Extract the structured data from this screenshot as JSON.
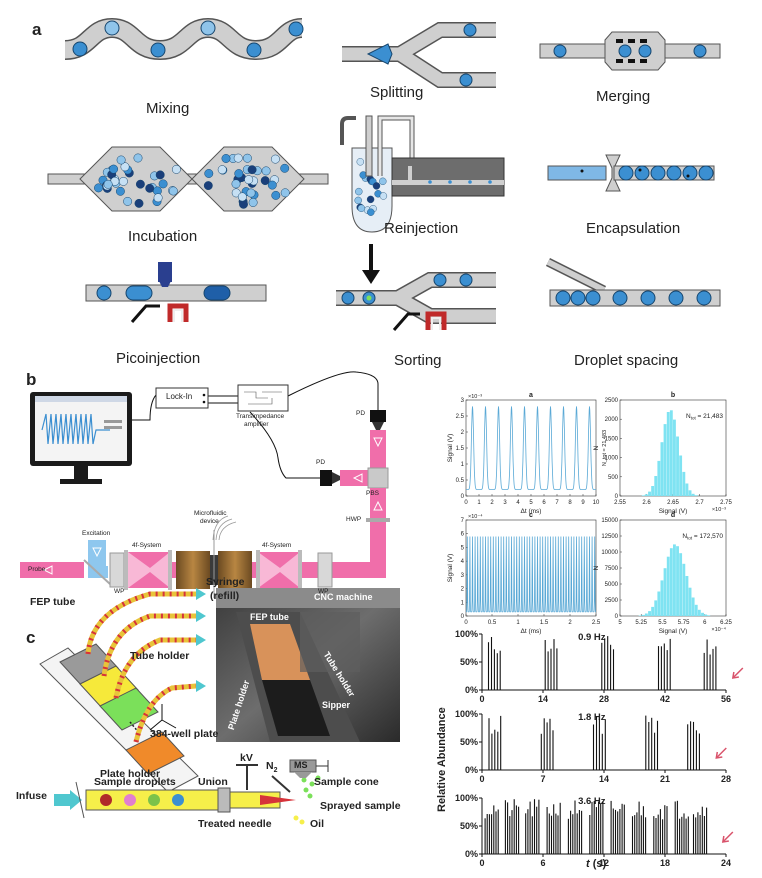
{
  "panel_labels": {
    "a": "a",
    "b": "b",
    "c": "c"
  },
  "panel_a": {
    "captions": [
      "Mixing",
      "Splitting",
      "Merging",
      "Incubation",
      "Reinjection",
      "Encapsulation",
      "Picoinjection",
      "Sorting",
      "Droplet spacing"
    ]
  },
  "panel_b": {
    "setup_labels": {
      "lockin": "Lock-In",
      "tia_line1": "Transimpedance",
      "tia_line2": "amplifier",
      "pd_top": "PD",
      "pd_left": "PD",
      "pbs": "PBS",
      "hwp": "HWP",
      "excitation": "Excitation",
      "probe": "Probe",
      "fsys_left": "4f-System",
      "fsys_right": "4f-System",
      "microfluidic_line1": "Microfluidic",
      "microfluidic_line2": "device",
      "wp_left": "WP",
      "wp_right": "WP"
    },
    "charts": [
      {
        "tag": "a",
        "type": "line",
        "xlabel": "Δt (ms)",
        "ylabel": "Signal (V)",
        "exponent": "×10⁻³",
        "xticks": [
          "0",
          "1",
          "2",
          "3",
          "4",
          "5",
          "6",
          "7",
          "8",
          "9",
          "10"
        ],
        "yticks": [
          "0",
          "0.5",
          "1",
          "1.5",
          "2",
          "2.5",
          "3"
        ],
        "xlim": [
          0,
          10
        ],
        "ylim": [
          0,
          3
        ],
        "peaks": 10,
        "peak_value": 2.8,
        "baseline": 0.2,
        "color": "#5aa9d6"
      },
      {
        "tag": "b",
        "type": "histogram",
        "xlabel": "Signal (V)",
        "ylabel": "N",
        "exponent": "×10⁻³",
        "ylabel_overlay": "N_tot = 21,483",
        "annotation": "N",
        "annotation_sub": "tot",
        "annotation_val": " = 21,483",
        "xticks": [
          "2.55",
          "2.6",
          "2.65",
          "2.7",
          "2.75"
        ],
        "yticks": [
          "0",
          "500",
          "1000",
          "1500",
          "2000",
          "2500"
        ],
        "xlim": [
          2.55,
          2.75
        ],
        "ylim": [
          0,
          2500
        ],
        "mean": 2.645,
        "sd": 0.016,
        "peak": 2250,
        "color": "#7fe3f2"
      },
      {
        "tag": "c",
        "type": "line",
        "xlabel": "Δt (ms)",
        "ylabel": "Signal (V)",
        "exponent": "×10⁻⁴",
        "xticks": [
          "0",
          "0.5",
          "1",
          "1.5",
          "2",
          "2.5"
        ],
        "yticks": [
          "0",
          "1",
          "2",
          "3",
          "4",
          "5",
          "6",
          "7"
        ],
        "xlim": [
          0,
          2.5
        ],
        "ylim": [
          0,
          7
        ],
        "peaks": 50,
        "peak_value": 5.8,
        "baseline": 0.3,
        "color": "#5aa9d6"
      },
      {
        "tag": "d",
        "type": "histogram",
        "xlabel": "Signal (V)",
        "ylabel": "N",
        "exponent": "×10⁻⁴",
        "annotation": "N",
        "annotation_sub": "tot",
        "annotation_val": " = 172,570",
        "xticks": [
          "5",
          "5.25",
          "5.5",
          "5.75",
          "6",
          "6.25"
        ],
        "yticks": [
          "0",
          "2500",
          "5000",
          "7500",
          "10000",
          "12500",
          "15000"
        ],
        "xlim": [
          5,
          6.25
        ],
        "ylim": [
          0,
          15000
        ],
        "mean": 5.65,
        "sd": 0.13,
        "peak": 11200,
        "color": "#7fe3f2"
      }
    ]
  },
  "panel_c": {
    "labels": {
      "syringe_line1": "Syringe",
      "syringe_line2": "(refill)",
      "fep_tube": "FEP tube",
      "tube_holder": "Tube holder",
      "well_plate": "384-well plate",
      "plate_holder": "Plate holder",
      "photo_cnc": "CNC machine",
      "photo_fep": "FEP tube",
      "photo_tube_holder": "Tube holder",
      "photo_plate_holder": "Plate holder",
      "photo_sipper": "Sipper",
      "ms": "MS",
      "sample_cone": "Sample cone",
      "infuse": "Infuse",
      "sample_droplets": "Sample droplets",
      "union": "Union",
      "kv": "kV",
      "n2": "N",
      "n2_sub": "2",
      "sprayed": "Sprayed sample",
      "needle": "Treated needle",
      "oil": "Oil"
    },
    "ylabel": "Relative Abundance",
    "xlabel_t": "t",
    "xlabel_unit": " (s)",
    "ms_traces": [
      {
        "freq": "0.9 Hz",
        "xticks": [
          "0",
          "14",
          "28",
          "42",
          "56"
        ],
        "xlim": [
          0,
          56
        ],
        "yticks": [
          "0%",
          "50%",
          "100%"
        ],
        "groups": [
          1.5,
          14.5,
          27.5,
          40.5,
          51
        ]
      },
      {
        "freq": "1.8 Hz",
        "xticks": [
          "0",
          "7",
          "14",
          "21",
          "28"
        ],
        "xlim": [
          0,
          28
        ],
        "yticks": [
          "0%",
          "50%",
          "100%"
        ],
        "groups": [
          0.8,
          6.8,
          12.8,
          18.8,
          23.6
        ]
      },
      {
        "freq": "3.6 Hz",
        "xticks": [
          "0",
          "6",
          "12",
          "18",
          "24"
        ],
        "xlim": [
          0,
          24
        ],
        "yticks": [
          "0%",
          "50%",
          "100%"
        ],
        "groups": [
          0.3,
          2.3,
          4.3,
          6.4,
          8.5,
          10.6,
          12.7,
          14.8,
          16.9,
          19.0,
          20.8
        ]
      }
    ]
  },
  "colors": {
    "channel": "#cfcfcf",
    "drop": "#3b8fd1",
    "beam_pink": "#f06eaa",
    "ms_line": "#111111",
    "arrow_red": "#d9536b"
  }
}
